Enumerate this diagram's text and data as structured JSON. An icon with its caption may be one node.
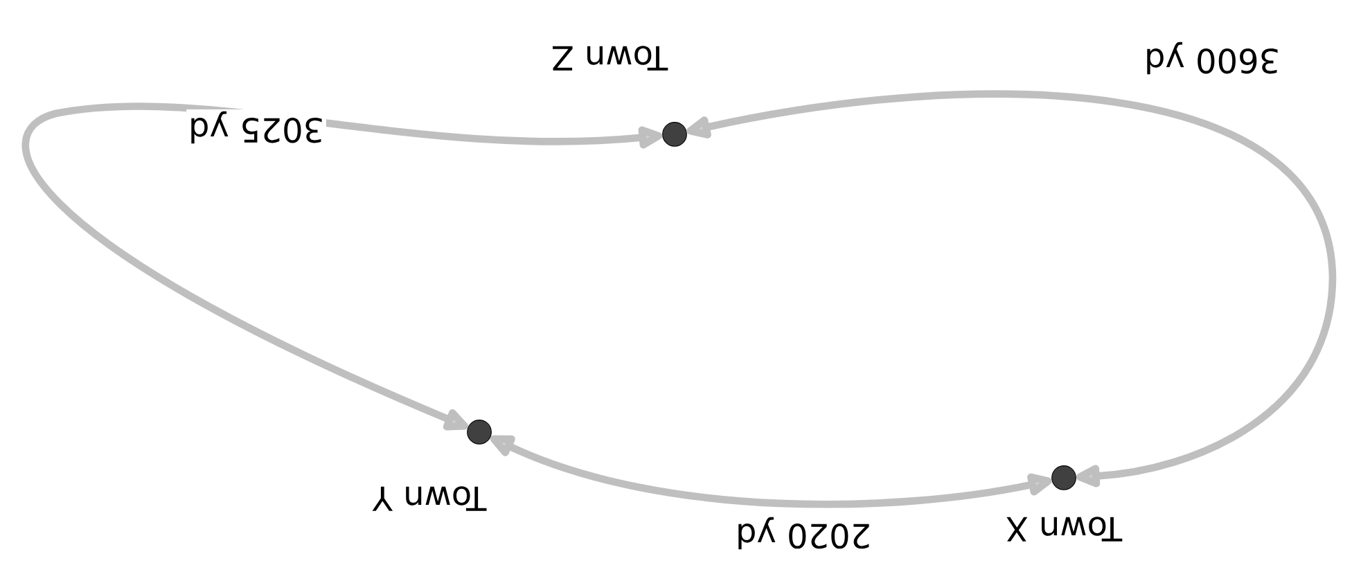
{
  "diagram": {
    "nodes": [
      {
        "text": [
          "Town Z"
        ]
      },
      {
        "text": [
          "Town Y"
        ]
      },
      {
        "text": [
          "Town X"
        ]
      }
    ],
    "edges": [
      {
        "from": 0,
        "to": 2,
        "arrow": "both",
        "label": "3600 yd"
      },
      {
        "from": 0,
        "to": 1,
        "arrow": "both",
        "label": "3025 yd"
      },
      {
        "from": 1,
        "to": 2,
        "arrow": "both",
        "label": "2020 yd"
      }
    ]
  }
}
